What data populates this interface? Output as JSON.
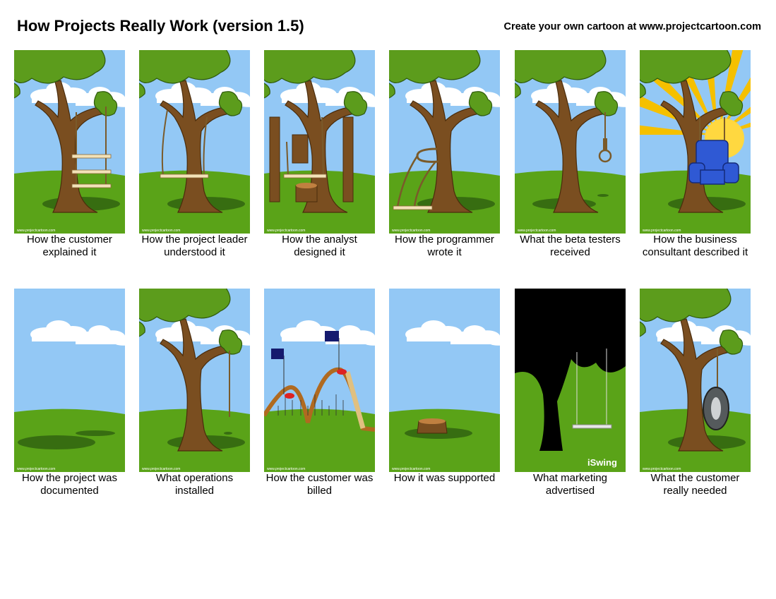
{
  "header": {
    "title": "How Projects Really Work (version 1.5)",
    "credit": "Create your own cartoon at www.projectcartoon.com"
  },
  "colors": {
    "sky": "#93c8f5",
    "grass": "#5aa318",
    "trunk": "#7a4e20",
    "foliage": "#5c9c1c",
    "sun": "#f5c000",
    "armchair": "#2f59d4",
    "tire": "#555a5c",
    "flag": "#151a6e"
  },
  "watermark": "www.projectcartoon.com",
  "panels": [
    {
      "caption": "How the customer explained it",
      "scene": "three-seat-swing"
    },
    {
      "caption": "How the project leader understood it",
      "scene": "swing-no-gap"
    },
    {
      "caption": "How the analyst designed it",
      "scene": "supported-trunk"
    },
    {
      "caption": "How the programmer wrote it",
      "scene": "rope-around-trunk"
    },
    {
      "caption": "What the beta testers received",
      "scene": "noose"
    },
    {
      "caption": "How the business consultant described it",
      "scene": "armchair-sunburst"
    },
    {
      "caption": "How the project was documented",
      "scene": "empty-field"
    },
    {
      "caption": "What operations installed",
      "scene": "single-rope"
    },
    {
      "caption": "How the customer was billed",
      "scene": "rollercoaster"
    },
    {
      "caption": "How it was supported",
      "scene": "stump"
    },
    {
      "caption": "What marketing advertised",
      "scene": "silhouette-ad",
      "brand": "iSwing"
    },
    {
      "caption": "What the customer really needed",
      "scene": "tire-swing"
    }
  ]
}
